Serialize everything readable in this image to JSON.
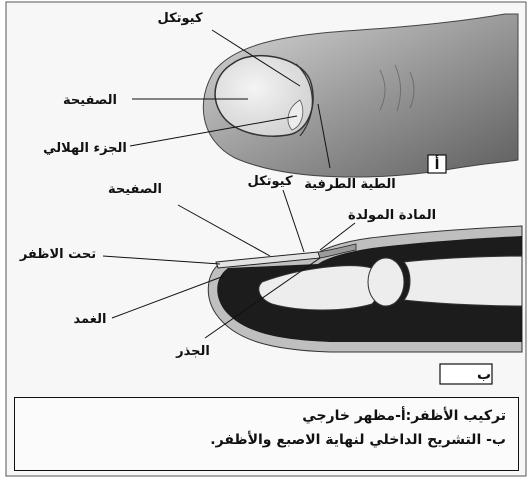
{
  "panel_a": {
    "letter": "أ",
    "labels": {
      "cuticle": "كيوتكل",
      "plate": "الصفيحة",
      "lunula": "الجزء الهلالي",
      "eponychium": "الطية الطرفية"
    }
  },
  "panel_b": {
    "letter": "ب",
    "labels": {
      "plate": "الصفيحة",
      "cuticle": "كيوتكل",
      "matrix": "المادة المولدة",
      "hyponychium": "تحت الاظفر",
      "sheath": "الغمد",
      "root": "الجذر"
    }
  },
  "caption": {
    "line1": "تركيب الأظفر:أ-مظهر خارجي",
    "line2": "ب- التشريح الداخلي لنهاية الاصبع والأظفر."
  }
}
